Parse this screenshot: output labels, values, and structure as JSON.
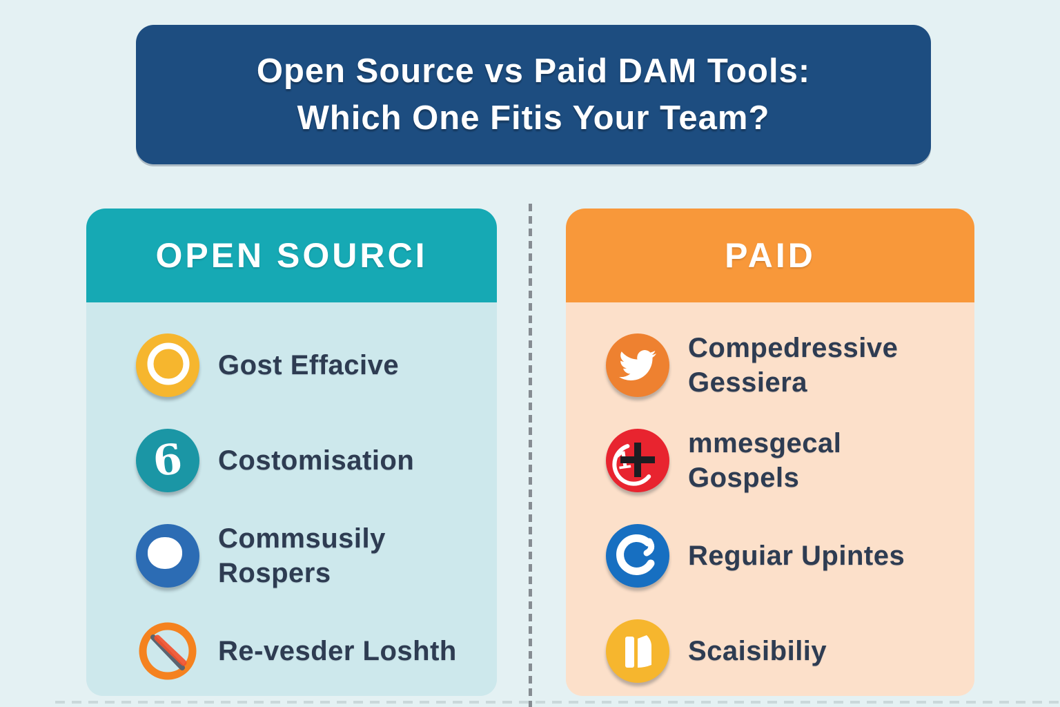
{
  "banner": {
    "title_line1": "Open Source vs Paid DAM Tools:",
    "title_line2": "Which One Fitis Your Team?",
    "background_color": "#1d4d80",
    "text_color": "#ffffff"
  },
  "divider": {
    "style": "vertical-dashed",
    "color": "#868c92"
  },
  "page_background": "#e4f1f3",
  "columns": {
    "left": {
      "title": "OPEN SOURCI",
      "header_color": "#16a9b4",
      "body_color": "#cde8ec",
      "items": [
        {
          "icon": "circle-outline-icon",
          "icon_color": "#f6b62e",
          "label": "Gost Effacive"
        },
        {
          "icon": "number-6-icon",
          "icon_color": "#1b96a5",
          "glyph": "6",
          "label": "Costomisation"
        },
        {
          "icon": "dot-icon",
          "icon_color": "#2c6cb4",
          "label": "Commsusily\nRospers"
        },
        {
          "icon": "prohibition-icon",
          "icon_color": "#f5821f",
          "label": "Re-vesder Loshth"
        }
      ]
    },
    "right": {
      "title": "PAID",
      "header_color": "#f8983a",
      "body_color": "#fce0ca",
      "items": [
        {
          "icon": "twitter-bird-icon",
          "icon_color": "#ee8130",
          "label": "Compedressive\nGessiera"
        },
        {
          "icon": "plus-one-icon",
          "icon_color": "#e8242f",
          "glyph": "1",
          "label": "mmesgecal\nGospels"
        },
        {
          "icon": "refresh-icon",
          "icon_color": "#176fc1",
          "label": "Reguiar Upintes"
        },
        {
          "icon": "book-icon",
          "icon_color": "#f6b62e",
          "label": "Scaisibiliy"
        }
      ]
    }
  },
  "item_text_color": "#2e3c52"
}
